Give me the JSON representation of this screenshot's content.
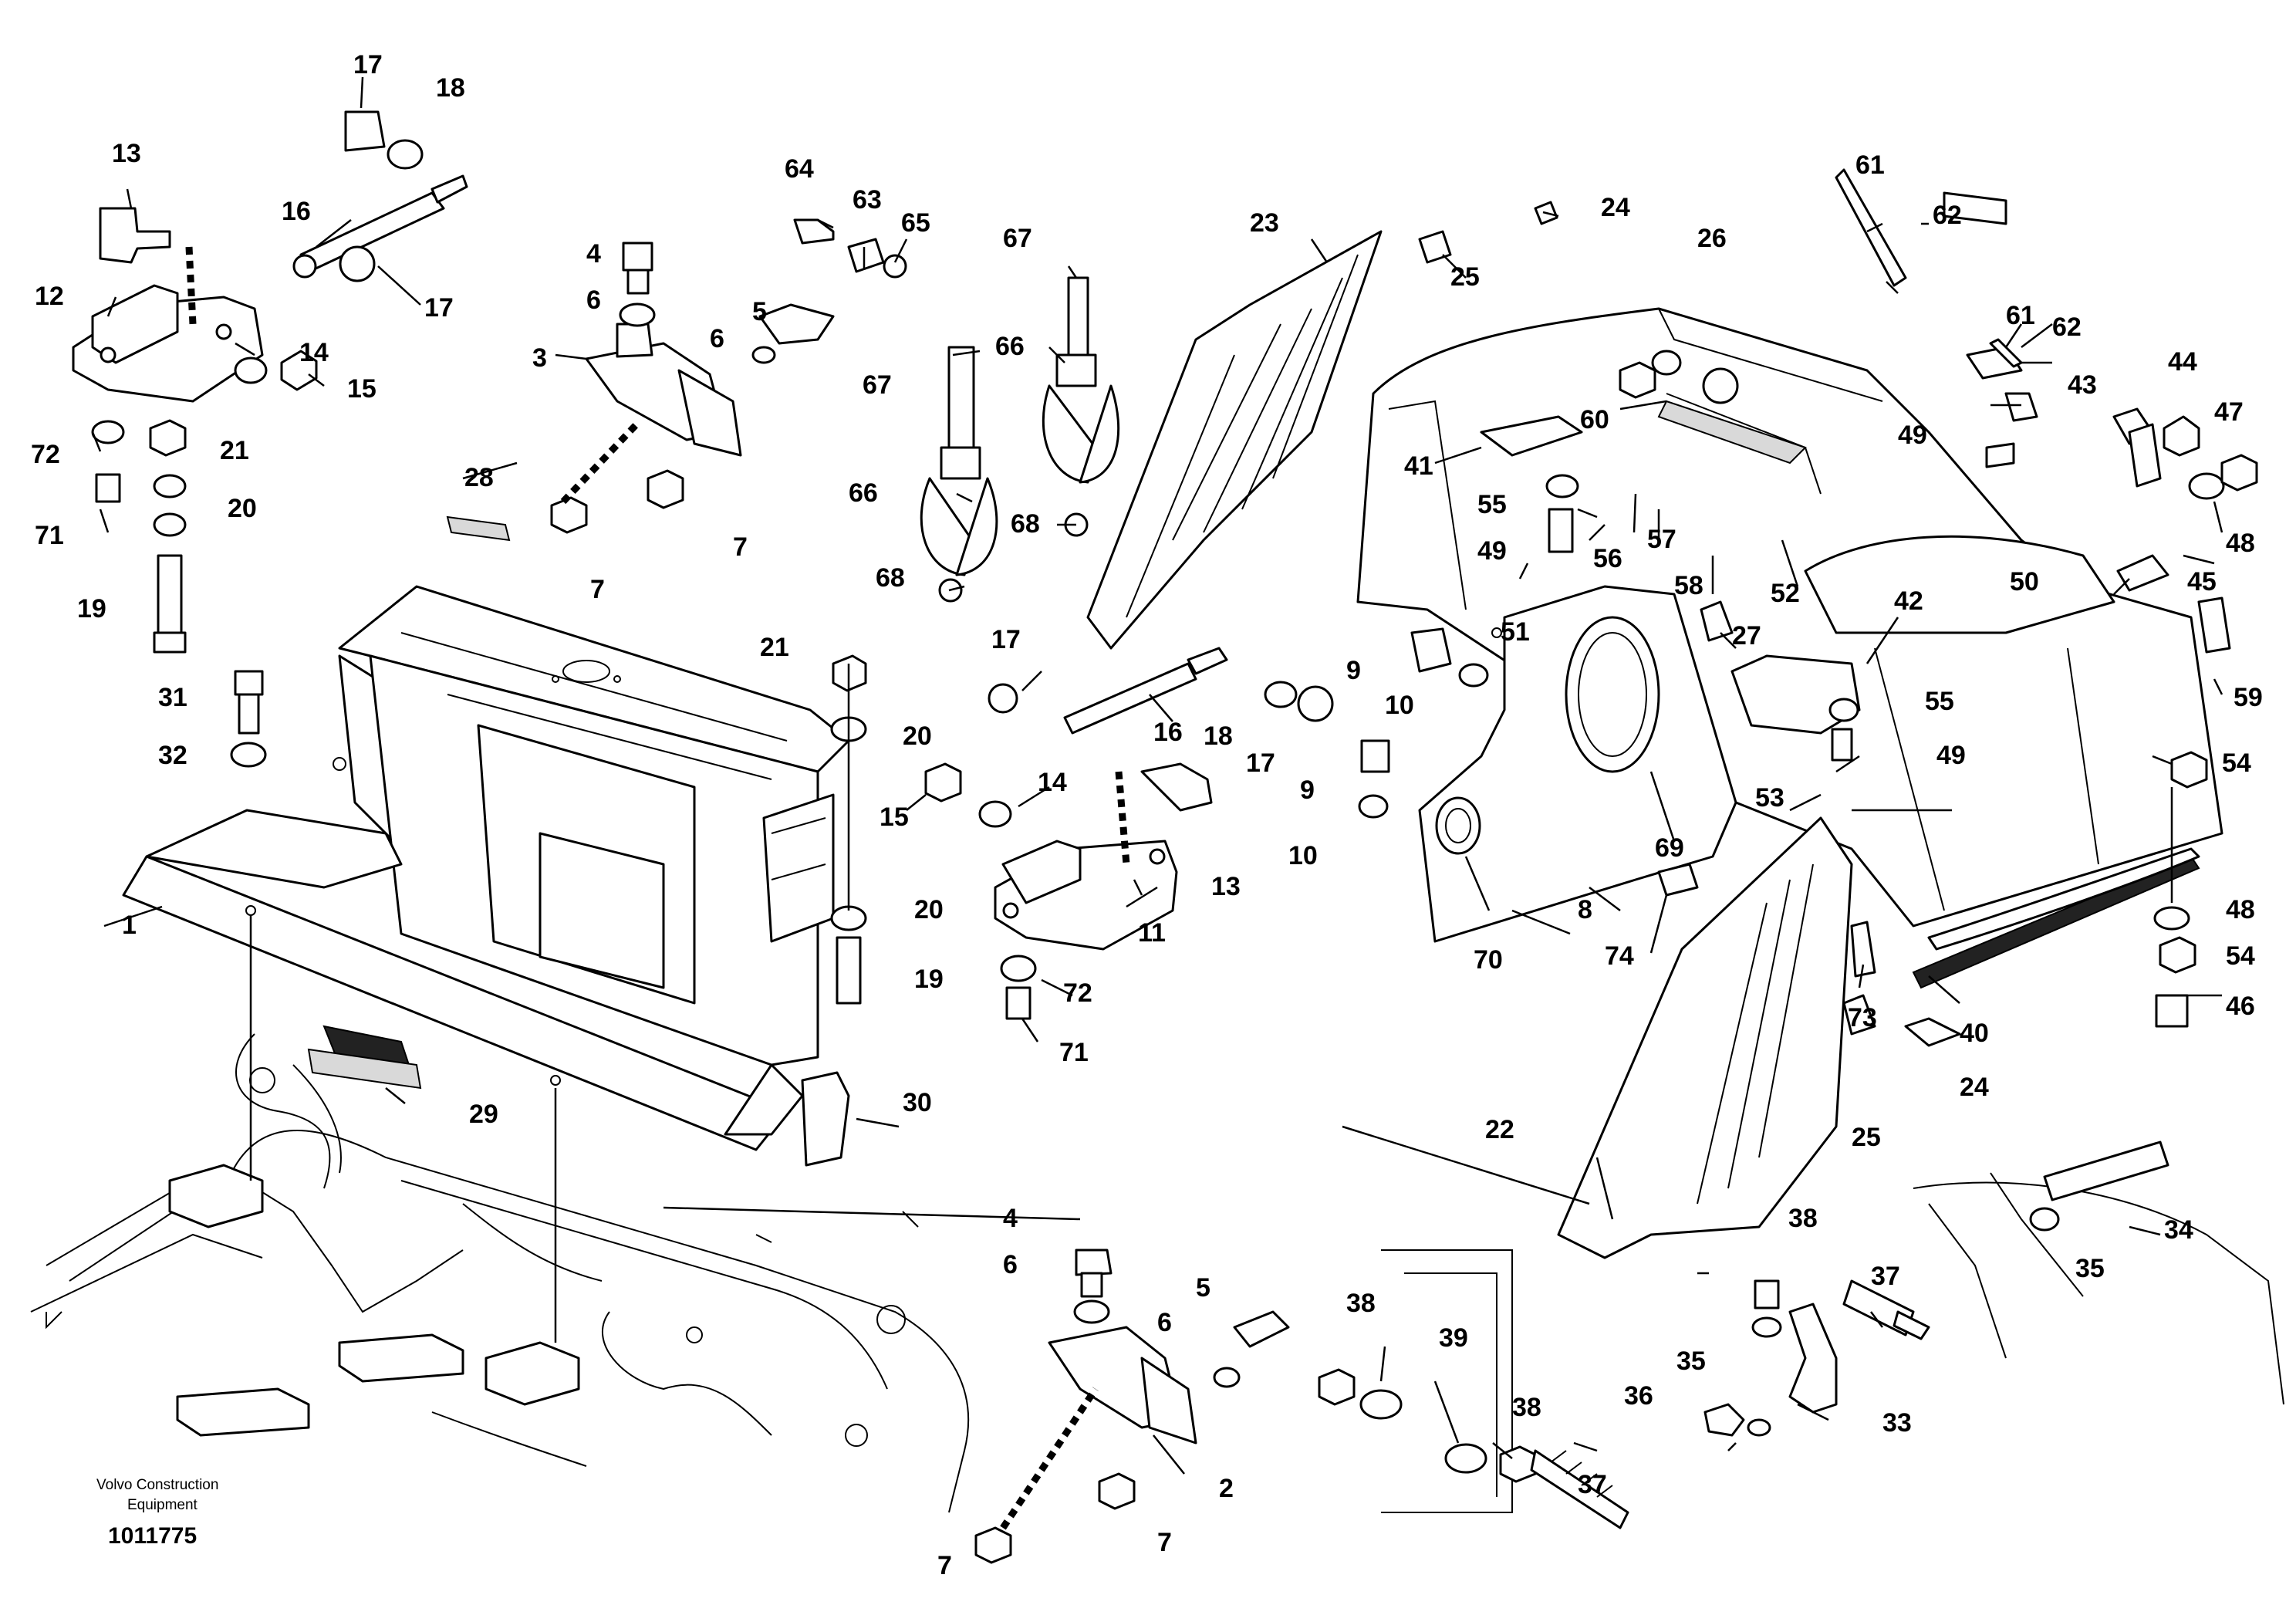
{
  "caption": {
    "line1": "Volvo Construction",
    "line2": "Equipment",
    "figure_number": "1011775"
  },
  "callouts": {
    "c1": "1",
    "c2": "2",
    "c3": "3",
    "c4a": "4",
    "c4b": "4",
    "c5a": "5",
    "c5b": "5",
    "c6a": "6",
    "c6b": "6",
    "c6c": "6",
    "c6d": "6",
    "c7a": "7",
    "c7b": "7",
    "c7c": "7",
    "c7d": "7",
    "c8": "8",
    "c9a": "9",
    "c9b": "9",
    "c10a": "10",
    "c10b": "10",
    "c11": "11",
    "c12": "12",
    "c13a": "13",
    "c13b": "13",
    "c14a": "14",
    "c14b": "14",
    "c15a": "15",
    "c15b": "15",
    "c16a": "16",
    "c16b": "16",
    "c17a": "17",
    "c17b": "17",
    "c17c": "17",
    "c17d": "17",
    "c18a": "18",
    "c18b": "18",
    "c19a": "19",
    "c19b": "19",
    "c20a": "20",
    "c20b": "20",
    "c20c": "20",
    "c21a": "21",
    "c21b": "21",
    "c22": "22",
    "c23": "23",
    "c24a": "24",
    "c24b": "24",
    "c25a": "25",
    "c25b": "25",
    "c26": "26",
    "c27": "27",
    "c28": "28",
    "c29": "29",
    "c30": "30",
    "c31": "31",
    "c32": "32",
    "c33": "33",
    "c34": "34",
    "c35a": "35",
    "c35b": "35",
    "c36": "36",
    "c37a": "37",
    "c37b": "37",
    "c38a": "38",
    "c38b": "38",
    "c39": "39",
    "c40": "40",
    "c41": "41",
    "c42": "42",
    "c43": "43",
    "c44": "44",
    "c45": "45",
    "c46": "46",
    "c47": "47",
    "c48a": "48",
    "c48b": "48",
    "c49a": "49",
    "c49b": "49",
    "c49c": "49",
    "c50": "50",
    "c51": "51",
    "c52": "52",
    "c53": "53",
    "c54a": "54",
    "c54b": "54",
    "c55a": "55",
    "c55b": "55",
    "c56": "56",
    "c57": "57",
    "c58": "58",
    "c59": "59",
    "c60": "60",
    "c61a": "61",
    "c61b": "61",
    "c62a": "62",
    "c62b": "62",
    "c63": "63",
    "c64": "64",
    "c65": "65",
    "c66a": "66",
    "c66b": "66",
    "c67a": "67",
    "c67b": "67",
    "c68a": "68",
    "c68b": "68",
    "c69": "69",
    "c70": "70",
    "c71a": "71",
    "c71b": "71",
    "c72a": "72",
    "c72b": "72",
    "c73": "73",
    "c74": "74"
  }
}
